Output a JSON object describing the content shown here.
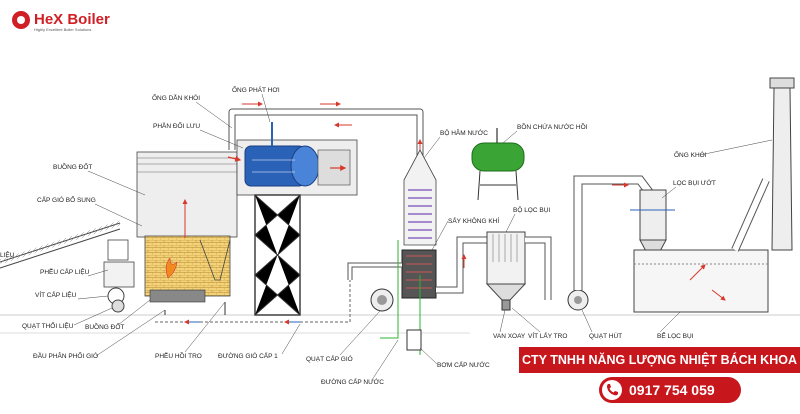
{
  "logo": {
    "name": "HeX Boiler",
    "tagline": "Highly Excellent Boiler Solutions"
  },
  "labels": {
    "ong_dan_khoi": "ỐNG DẪN KHÓI",
    "ong_phat_hoi": "ỐNG PHÁT HƠI",
    "phan_doi_luu": "PHẦN ĐỐI LƯU",
    "buong_dot_top": "BUỒNG ĐỐT",
    "cap_gio_bo_sung": "CẤP GIÓ BỔ SUNG",
    "lieu": "LIỆU",
    "pheu_cap_lieu": "PHỄU CẤP LIỆU",
    "vit_cap_lieu": "VÍT CẤP LIỆU",
    "quat_thoi_lieu": "QUẠT THỔI LIỆU",
    "buong_dot_bottom": "BUỒNG ĐỐT",
    "dau_phan_phoi_gio": "ĐẦU PHÂN PHỐI GIÓ",
    "pheu_hoi_tro": "PHỄU HỒI TRO",
    "duong_gio_cap_1": "ĐƯỜNG GIÓ CẤP 1",
    "quat_cap_gio": "QUẠT CẤP GIÓ",
    "duong_cap_nuoc": "ĐƯỜNG CẤP NƯỚC",
    "bom_cap_nuoc": "BƠM CẤP NƯỚC",
    "bo_ham_nuoc": "BỘ HÂM NƯỚC",
    "bon_chua_nuoc_hoi": "BỒN CHỨA NƯỚC HỒI",
    "say_khong_khi": "SẤY KHÔNG KHÍ",
    "bo_loc_bui": "BỘ LỌC BỤI",
    "van_xoay": "VAN XOAY",
    "vit_lay_tro": "VÍT LẤY TRO",
    "quat_hut": "QUẠT HÚT",
    "ong_khoi": "ỐNG KHÓI",
    "loc_bui_uot": "LỌC BỤI ƯỚT",
    "be_loc_bui": "BỂ LỌC BỤI"
  },
  "banner": {
    "company": "CTY TNHH NĂNG LƯỢNG NHIỆT BÁCH KHOA",
    "phone": "0917 754 059"
  },
  "colors": {
    "brand_red": "#c8161d",
    "boiler_blue": "#2a62b8",
    "tank_green": "#3aa535",
    "water_green": "#2fb52f",
    "flow_red": "#d8372c",
    "flame_orange": "#f08a1f"
  }
}
